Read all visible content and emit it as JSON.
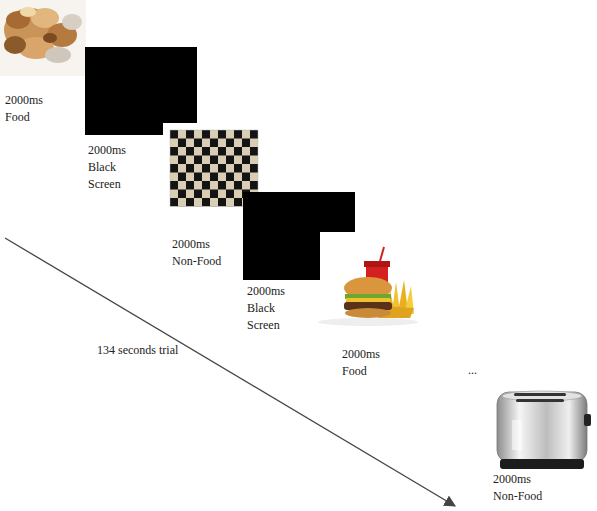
{
  "diagram": {
    "nodes": [
      {
        "text": [
          "2000ms Food"
        ]
      },
      {
        "text": [
          "2000ms Black Screen"
        ]
      },
      {
        "text": [
          "2000ms Non-Food"
        ]
      },
      {
        "text": [
          "2000ms Black Screen"
        ]
      },
      {
        "text": [
          "2000ms Food"
        ]
      },
      {
        "text": [
          "2000ms Non-Food"
        ]
      }
    ],
    "labels": [
      "134 seconds trial",
      "..."
    ]
  }
}
